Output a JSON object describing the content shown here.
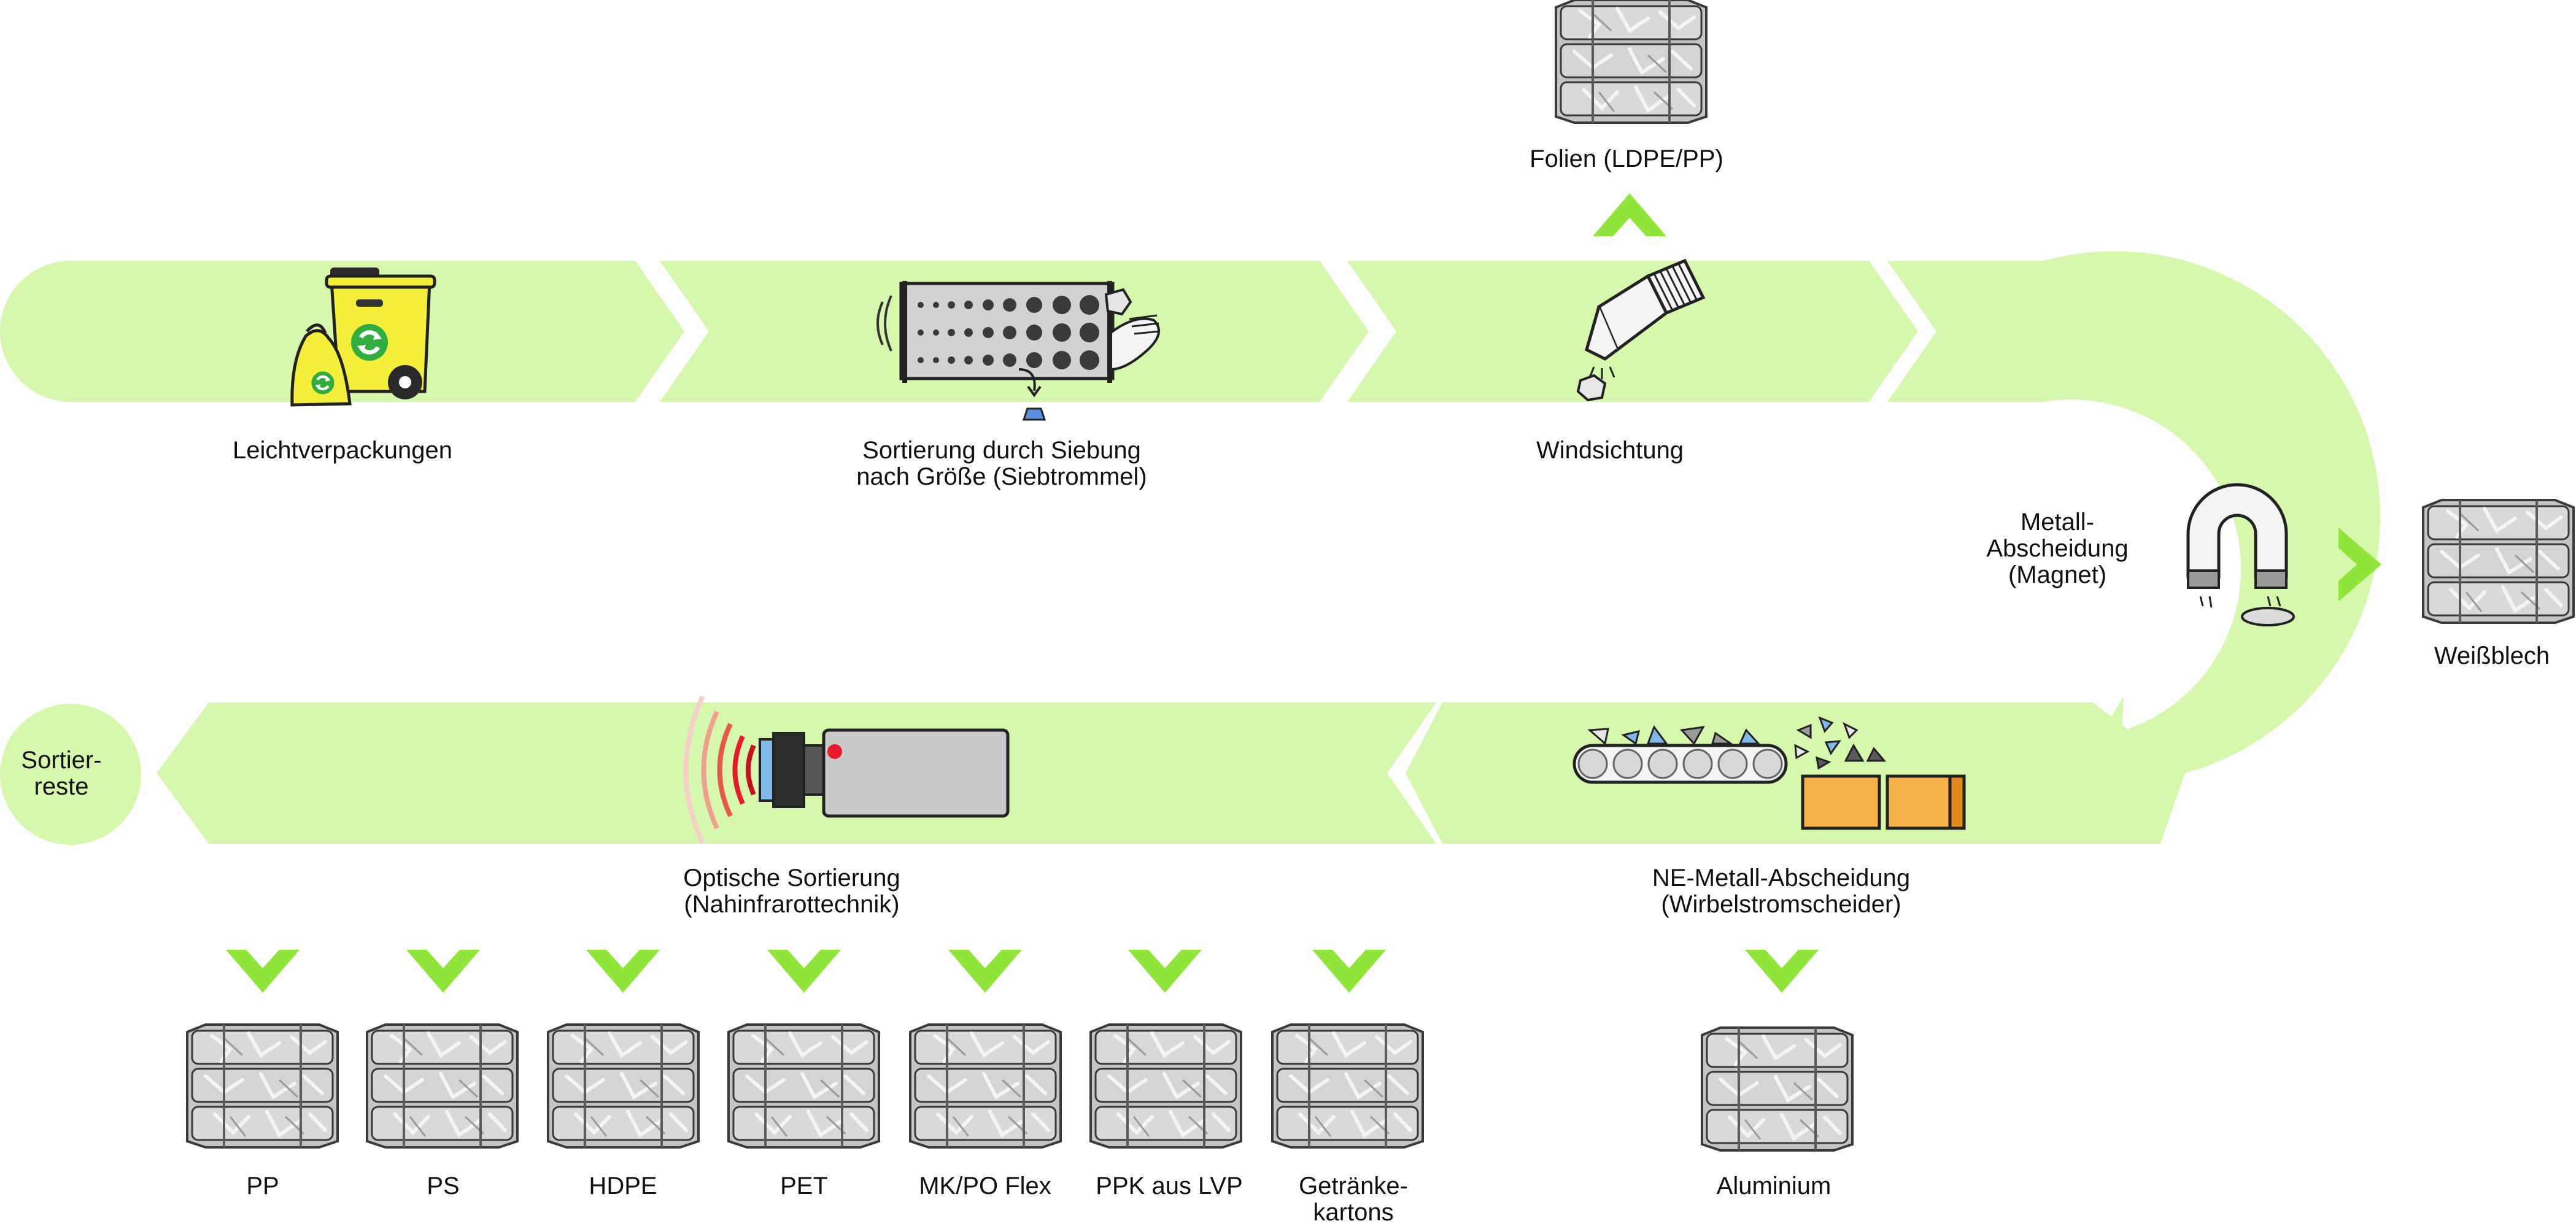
{
  "colors": {
    "band": "#d6f8ad",
    "chevron_accent": "#8fe53a",
    "bin_yellow": "#f3ef3a",
    "bale_grey": "#d6d6d6",
    "box_orange": "#f6b04a",
    "camera_body": "#c9c9c9",
    "camera_lens": "#2d2d2d",
    "laser_red": "#e8192a",
    "outline": "#222222"
  },
  "process_steps": [
    {
      "id": "lvp",
      "lines": [
        "Leichtverpackungen"
      ],
      "icon": "recycling-bin-icon"
    },
    {
      "id": "sieve",
      "lines": [
        "Sortierung durch Siebung",
        "nach Größe (Siebtrommel)"
      ],
      "icon": "drum-sieve-icon"
    },
    {
      "id": "wind",
      "lines": [
        "Windsichtung"
      ],
      "icon": "air-classifier-icon"
    },
    {
      "id": "magnet",
      "lines": [
        "Metall-",
        "Abscheidung",
        "(Magnet)"
      ],
      "icon": "magnet-icon"
    },
    {
      "id": "eddy",
      "lines": [
        "NE-Metall-Abscheidung",
        "(Wirbelstromscheider)"
      ],
      "icon": "eddy-current-separator-icon"
    },
    {
      "id": "nir",
      "lines": [
        "Optische Sortierung",
        "(Nahinfrarottechnik)"
      ],
      "icon": "nir-camera-icon"
    },
    {
      "id": "rest",
      "lines": [
        "Sortier-",
        "reste"
      ],
      "icon": ""
    }
  ],
  "outputs": {
    "films": {
      "lines": [
        "Folien (LDPE/PP)"
      ]
    },
    "tinplate": {
      "lines": [
        "Weißblech"
      ]
    },
    "aluminium": {
      "lines": [
        "Aluminium"
      ]
    },
    "pp": {
      "lines": [
        "PP"
      ]
    },
    "ps": {
      "lines": [
        "PS"
      ]
    },
    "hdpe": {
      "lines": [
        "HDPE"
      ]
    },
    "pet": {
      "lines": [
        "PET"
      ]
    },
    "mkpo": {
      "lines": [
        "MK/PO Flex"
      ]
    },
    "ppk": {
      "lines": [
        "PPK aus LVP"
      ]
    },
    "cartons": {
      "lines": [
        "Getränke-",
        "kartons"
      ]
    }
  }
}
